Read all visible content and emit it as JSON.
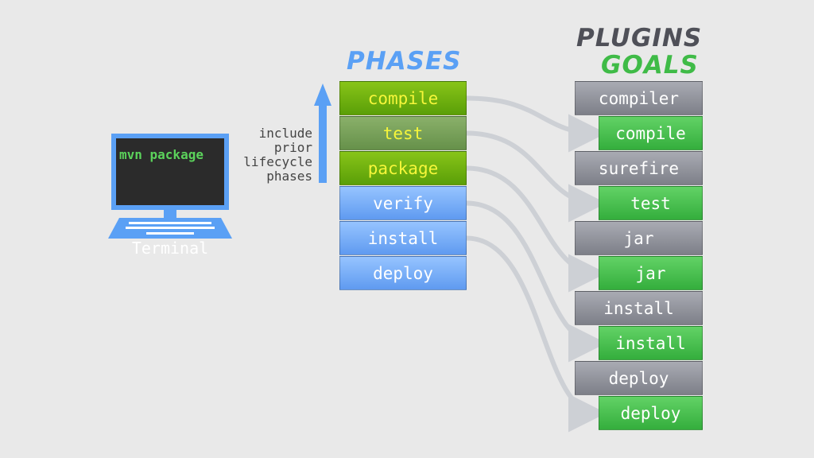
{
  "headings": {
    "phases": "PHASES",
    "plugins": "PLUGINS",
    "goals": "GOALS"
  },
  "terminal": {
    "command": "mvn package",
    "label": "Terminal"
  },
  "note": [
    "include",
    "prior",
    "lifecycle",
    "phases"
  ],
  "phases": [
    {
      "label": "compile",
      "state": "green"
    },
    {
      "label": "test",
      "state": "green-dim"
    },
    {
      "label": "package",
      "state": "green"
    },
    {
      "label": "verify",
      "state": "blue"
    },
    {
      "label": "install",
      "state": "blue"
    },
    {
      "label": "deploy",
      "state": "blue"
    }
  ],
  "plugins": [
    {
      "name": "compiler",
      "goal": "compile"
    },
    {
      "name": "surefire",
      "goal": "test"
    },
    {
      "name": "jar",
      "goal": "jar"
    },
    {
      "name": "install",
      "goal": "install"
    },
    {
      "name": "deploy",
      "goal": "deploy"
    }
  ],
  "colors": {
    "phases_heading": "#5aa0f5",
    "plugins_heading": "#4f5058",
    "goals_heading": "#3fbb47",
    "terminal_blue": "#5aa0f5",
    "arrow_blue": "#5aa0f5",
    "connector": "#cdd0d5"
  }
}
